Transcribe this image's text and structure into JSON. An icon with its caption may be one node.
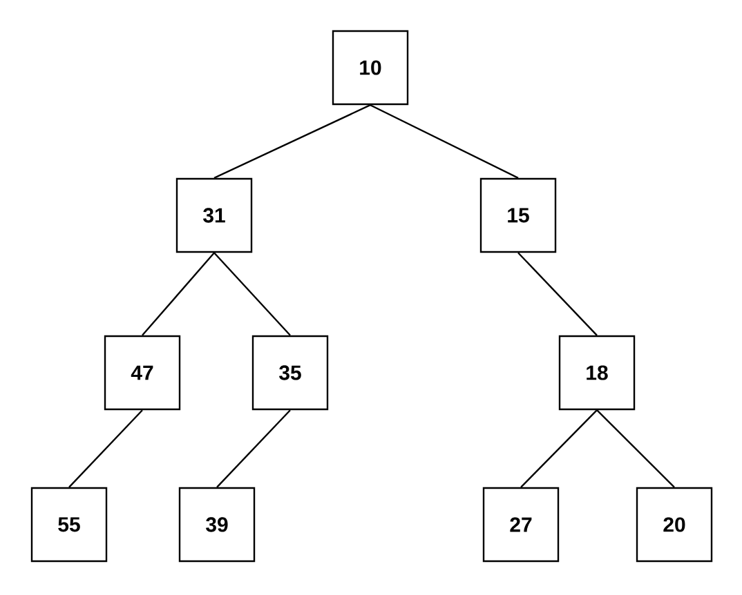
{
  "diagram": {
    "nodes": [
      {
        "text": [
          "10"
        ]
      },
      {
        "text": [
          "31"
        ]
      },
      {
        "text": [
          "15"
        ]
      },
      {
        "text": [
          "47"
        ]
      },
      {
        "text": [
          "35"
        ]
      },
      {
        "text": [
          "18"
        ]
      },
      {
        "text": [
          "55"
        ]
      },
      {
        "text": [
          "39"
        ]
      },
      {
        "text": [
          "27"
        ]
      },
      {
        "text": [
          "20"
        ]
      }
    ],
    "edges": [
      {
        "from": 0,
        "to": 1,
        "arrow": "none"
      },
      {
        "from": 0,
        "to": 2,
        "arrow": "none"
      },
      {
        "from": 1,
        "to": 3,
        "arrow": "none"
      },
      {
        "from": 1,
        "to": 4,
        "arrow": "none"
      },
      {
        "from": 2,
        "to": 5,
        "arrow": "none"
      },
      {
        "from": 3,
        "to": 6,
        "arrow": "none"
      },
      {
        "from": 4,
        "to": 7,
        "arrow": "none"
      },
      {
        "from": 5,
        "to": 8,
        "arrow": "none"
      },
      {
        "from": 5,
        "to": 9,
        "arrow": "none"
      }
    ]
  }
}
